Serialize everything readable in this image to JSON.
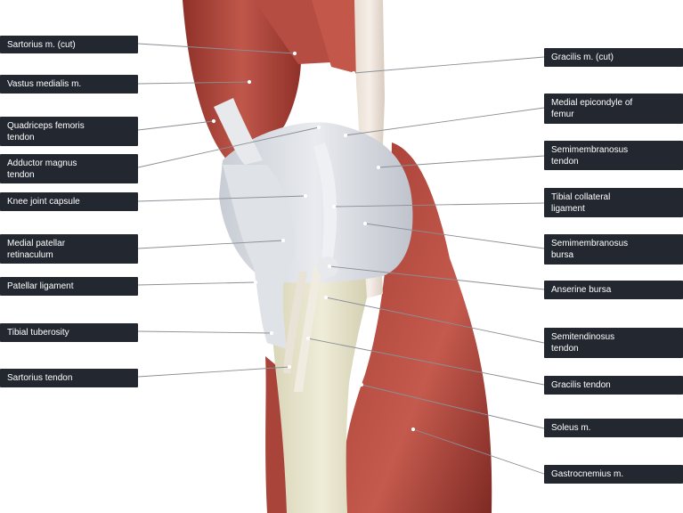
{
  "left_labels": [
    {
      "lines": [
        "Sartorius m. (cut)"
      ]
    },
    {
      "lines": [
        "Vastus medialis m."
      ]
    },
    {
      "lines": [
        "Quadriceps femoris",
        "tendon"
      ]
    },
    {
      "lines": [
        "Adductor magnus",
        "tendon"
      ]
    },
    {
      "lines": [
        "Knee joint capsule"
      ]
    },
    {
      "lines": [
        "Medial patellar",
        "retinaculum"
      ]
    },
    {
      "lines": [
        "Patellar ligament"
      ]
    },
    {
      "lines": [
        "Tibial tuberosity"
      ]
    },
    {
      "lines": [
        "Sartorius tendon"
      ]
    }
  ],
  "right_labels": [
    {
      "lines": [
        "Gracilis m. (cut)"
      ]
    },
    {
      "lines": [
        "Medial epicondyle of",
        "femur"
      ]
    },
    {
      "lines": [
        "Semimembranosus",
        "tendon"
      ]
    },
    {
      "lines": [
        "Tibial collateral",
        "ligament"
      ]
    },
    {
      "lines": [
        "Semimembranosus",
        "bursa"
      ]
    },
    {
      "lines": [
        "Anserine bursa"
      ]
    },
    {
      "lines": [
        "Semitendinosus",
        "tendon"
      ]
    },
    {
      "lines": [
        "Gracilis tendon"
      ]
    },
    {
      "lines": [
        "Soleus m."
      ]
    },
    {
      "lines": [
        "Gastrocnemius m."
      ]
    }
  ],
  "colors": {
    "label_bg": "#232830",
    "label_text": "#ffffff",
    "leader_line": "#8a8f96",
    "muscle": "#b2473d",
    "muscle_dark": "#7e2a24",
    "tendon": "#e6e3dc",
    "capsule": "#d3d7de",
    "bone": "#e3e0c8"
  }
}
